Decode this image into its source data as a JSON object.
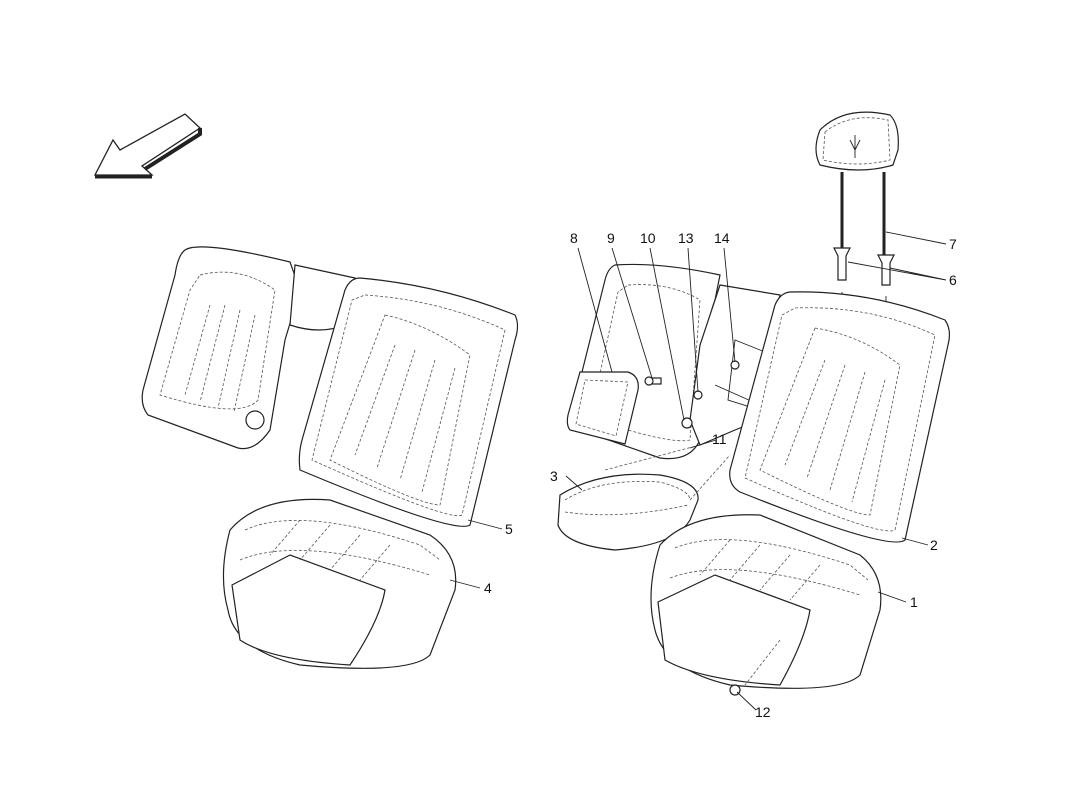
{
  "diagram": {
    "callouts": [
      {
        "id": "c1",
        "text": "1"
      },
      {
        "id": "c2",
        "text": "2"
      },
      {
        "id": "c3",
        "text": "3"
      },
      {
        "id": "c4",
        "text": "4"
      },
      {
        "id": "c5",
        "text": "5"
      },
      {
        "id": "c6",
        "text": "6"
      },
      {
        "id": "c7",
        "text": "7"
      },
      {
        "id": "c8",
        "text": "8"
      },
      {
        "id": "c9",
        "text": "9"
      },
      {
        "id": "c10",
        "text": "10"
      },
      {
        "id": "c11",
        "text": "11"
      },
      {
        "id": "c12",
        "text": "12"
      },
      {
        "id": "c13",
        "text": "13"
      },
      {
        "id": "c14",
        "text": "14"
      }
    ],
    "direction_arrow": "front-direction-arrow",
    "line_color": "#222222"
  }
}
